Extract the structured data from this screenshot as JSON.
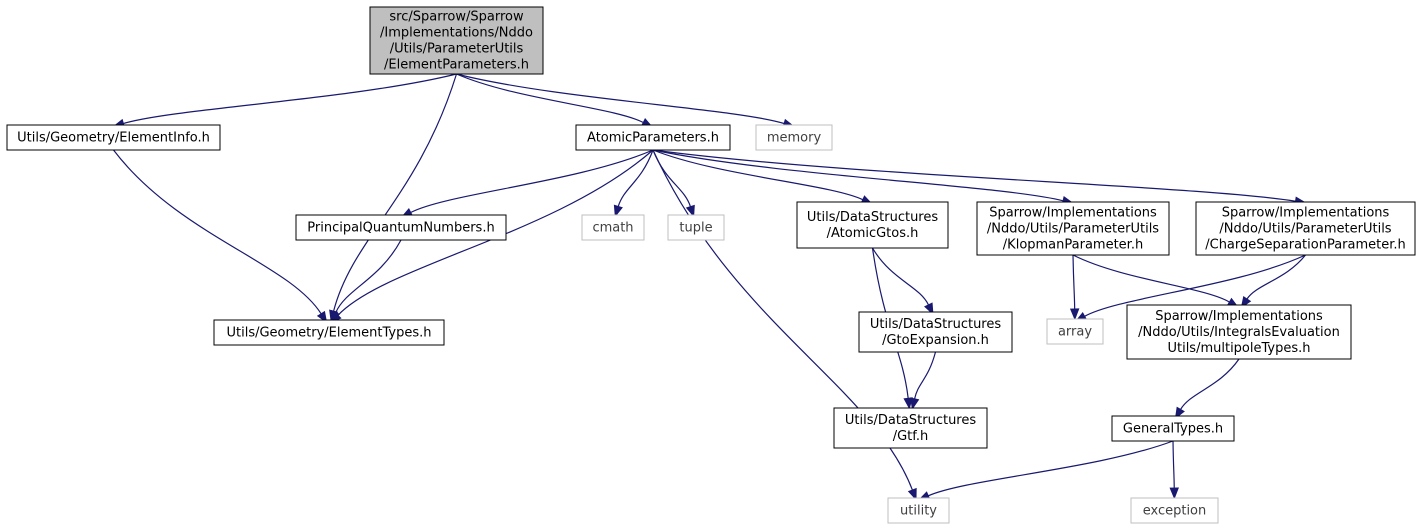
{
  "colors": {
    "edge": "#191970",
    "root_fill": "#bfbfbf",
    "node_border": "#000000",
    "external_border": "#bfbfbf",
    "external_text": "#404040",
    "node_text": "#000000"
  },
  "nodes": [
    {
      "id": "root",
      "kind": "root",
      "lines": [
        "src/Sparrow/Sparrow",
        "/Implementations/Nddo",
        "/Utils/ParameterUtils",
        "/ElementParameters.h"
      ]
    },
    {
      "id": "elementinfo",
      "kind": "file",
      "lines": [
        "Utils/Geometry/ElementInfo.h"
      ]
    },
    {
      "id": "atomicparameters",
      "kind": "file",
      "lines": [
        "AtomicParameters.h"
      ]
    },
    {
      "id": "memory",
      "kind": "external",
      "lines": [
        "memory"
      ]
    },
    {
      "id": "principal",
      "kind": "file",
      "lines": [
        "PrincipalQuantumNumbers.h"
      ]
    },
    {
      "id": "cmath",
      "kind": "external",
      "lines": [
        "cmath"
      ]
    },
    {
      "id": "tuple",
      "kind": "external",
      "lines": [
        "tuple"
      ]
    },
    {
      "id": "atomicgtos",
      "kind": "file",
      "lines": [
        "Utils/DataStructures",
        "/AtomicGtos.h"
      ]
    },
    {
      "id": "klopman",
      "kind": "file",
      "lines": [
        "Sparrow/Implementations",
        "/Nddo/Utils/ParameterUtils",
        "/KlopmanParameter.h"
      ]
    },
    {
      "id": "chargesep",
      "kind": "file",
      "lines": [
        "Sparrow/Implementations",
        "/Nddo/Utils/ParameterUtils",
        "/ChargeSeparationParameter.h"
      ]
    },
    {
      "id": "elementtypes",
      "kind": "file",
      "lines": [
        "Utils/Geometry/ElementTypes.h"
      ]
    },
    {
      "id": "gtoexpansion",
      "kind": "file",
      "lines": [
        "Utils/DataStructures",
        "/GtoExpansion.h"
      ]
    },
    {
      "id": "array",
      "kind": "external",
      "lines": [
        "array"
      ]
    },
    {
      "id": "multipole",
      "kind": "file",
      "lines": [
        "Sparrow/Implementations",
        "/Nddo/Utils/IntegralsEvaluation",
        "Utils/multipoleTypes.h"
      ]
    },
    {
      "id": "gtf",
      "kind": "file",
      "lines": [
        "Utils/DataStructures",
        "/Gtf.h"
      ]
    },
    {
      "id": "generaltypes",
      "kind": "file",
      "lines": [
        "GeneralTypes.h"
      ]
    },
    {
      "id": "utility",
      "kind": "external",
      "lines": [
        "utility"
      ]
    },
    {
      "id": "exception",
      "kind": "external",
      "lines": [
        "exception"
      ]
    }
  ],
  "edges": [
    {
      "from": "root",
      "to": "elementinfo"
    },
    {
      "from": "root",
      "to": "elementtypes"
    },
    {
      "from": "root",
      "to": "atomicparameters"
    },
    {
      "from": "root",
      "to": "memory"
    },
    {
      "from": "elementinfo",
      "to": "elementtypes"
    },
    {
      "from": "atomicparameters",
      "to": "principal"
    },
    {
      "from": "atomicparameters",
      "to": "elementtypes"
    },
    {
      "from": "atomicparameters",
      "to": "cmath"
    },
    {
      "from": "atomicparameters",
      "to": "tuple"
    },
    {
      "from": "atomicparameters",
      "to": "atomicgtos"
    },
    {
      "from": "atomicparameters",
      "to": "klopman"
    },
    {
      "from": "atomicparameters",
      "to": "chargesep"
    },
    {
      "from": "atomicparameters",
      "to": "utility"
    },
    {
      "from": "principal",
      "to": "elementtypes"
    },
    {
      "from": "atomicgtos",
      "to": "gtoexpansion"
    },
    {
      "from": "atomicgtos",
      "to": "gtf"
    },
    {
      "from": "gtoexpansion",
      "to": "gtf"
    },
    {
      "from": "klopman",
      "to": "array"
    },
    {
      "from": "klopman",
      "to": "multipole"
    },
    {
      "from": "chargesep",
      "to": "array"
    },
    {
      "from": "chargesep",
      "to": "multipole"
    },
    {
      "from": "multipole",
      "to": "generaltypes"
    },
    {
      "from": "generaltypes",
      "to": "utility"
    },
    {
      "from": "generaltypes",
      "to": "exception"
    }
  ]
}
